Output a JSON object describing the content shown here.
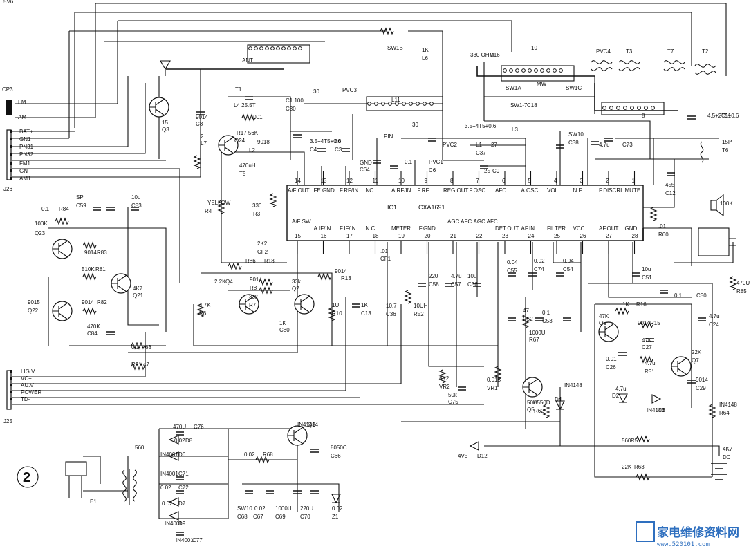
{
  "ic": {
    "ref": "IC1",
    "part": "CXA1691"
  },
  "pins_top": [
    {
      "num": "14",
      "name": "A/F OUT"
    },
    {
      "num": "13",
      "name": "FE.GND"
    },
    {
      "num": "12",
      "name": "F.RF/IN"
    },
    {
      "num": "11",
      "name": "NC"
    },
    {
      "num": "10",
      "name": "A.RF/IN"
    },
    {
      "num": "9",
      "name": "F.RF"
    },
    {
      "num": "8",
      "name": "REG.OUT"
    },
    {
      "num": "7",
      "name": "F.OSC"
    },
    {
      "num": "6",
      "name": "AFC"
    },
    {
      "num": "5",
      "name": "A.OSC"
    },
    {
      "num": "4",
      "name": "VOL"
    },
    {
      "num": "3",
      "name": "N.F"
    },
    {
      "num": "2",
      "name": "F.DISCRI"
    },
    {
      "num": "1",
      "name": "MUTE"
    }
  ],
  "pins_bottom": [
    {
      "num": "15",
      "name": "A/F SW"
    },
    {
      "num": "16",
      "name": "A.IF/IN"
    },
    {
      "num": "17",
      "name": "F.IF/IN"
    },
    {
      "num": "18",
      "name": "N.C"
    },
    {
      "num": "19",
      "name": "METER"
    },
    {
      "num": "20",
      "name": "IF.GND"
    },
    {
      "num": "21",
      "name": "AGC AFC"
    },
    {
      "num": "22",
      "name": "AGC AFC"
    },
    {
      "num": "23",
      "name": "DET.OUT"
    },
    {
      "num": "24",
      "name": "AF.IN"
    },
    {
      "num": "25",
      "name": "FILTER"
    },
    {
      "num": "26",
      "name": "VCC"
    },
    {
      "num": "27",
      "name": "AF.OUT"
    },
    {
      "num": "28",
      "name": "GND"
    }
  ],
  "connectors": {
    "cp3": {
      "ref": "CP3",
      "fm": "FM",
      "am": "AM"
    },
    "j26": {
      "ref": "J26",
      "pins": [
        "BAT+",
        "GN1",
        "PN31",
        "PN32",
        "FM1",
        "GN",
        "AM1"
      ]
    },
    "j25": {
      "ref": "J25",
      "pins": [
        "LIG.V",
        "VC+",
        "AU.V",
        "POWER",
        "TD-"
      ]
    }
  },
  "labels": [
    "ANT",
    "SW1B",
    "1K",
    "L6",
    "330 OHM",
    "C16",
    "10",
    "PVC4",
    "T3",
    "T7",
    "T2",
    "T1",
    "L4 25.5T",
    "C1 100",
    "C30",
    "30",
    "PVC3",
    "L11",
    "SW1A",
    "MW",
    "SW1C",
    "SW1-7",
    "C18",
    "15",
    "Q3",
    "9014",
    "C8",
    ".001",
    "R17 56K",
    "Q24",
    "9018",
    "L2",
    "3.5+4T5+0.6",
    "C4",
    "30",
    "C3",
    "30",
    "3.5+4T5+0.6",
    "PVC2",
    "L1",
    "C37",
    "27",
    "L3",
    "4.5+2T5+0.6",
    "C11",
    "8",
    "SW10",
    "C38",
    "4.7u",
    "C73",
    "15P",
    "T6",
    "PIN",
    "GND",
    "C64",
    "0.1",
    "PVC1",
    "C6",
    "25",
    "C9",
    "2",
    "L7",
    "470uH",
    "T5",
    "YELLOW",
    "R4",
    "330",
    "R3",
    "2K2",
    "CF2",
    "455",
    "C12",
    ".01",
    "R60",
    "100K",
    "SP",
    "C59",
    "10u",
    "C83",
    "0.1",
    "R84",
    "100K",
    "Q23",
    "9014",
    "R83",
    "510K",
    "R81",
    "4K7",
    "Q21",
    "9015",
    "Q22",
    "9014",
    "R82",
    "470K",
    "C84",
    "0.1",
    "68",
    "R61",
    "47",
    "R86",
    "R18",
    "2.2K",
    "Q4",
    "9014",
    "R8",
    "33k",
    "R7",
    "33k",
    "Q2",
    "9014",
    "R13",
    "4.7K",
    "R6",
    "1K",
    "C80",
    "1U",
    "R10",
    "1K",
    "C13",
    ".01",
    "CF1",
    "10.7",
    "C36",
    "10UH",
    "R52",
    "220",
    "C58",
    "4.7u",
    "C57",
    "10u",
    "C56",
    "0.04",
    "C55",
    "0.02",
    "C74",
    "0.04",
    "C54",
    "10u",
    "C51",
    "0.1",
    "C50",
    "470U",
    "R85",
    "47",
    "C52",
    "0.1",
    "C53",
    "1000U",
    "R67",
    "1K",
    "R16",
    "47K",
    "Q6",
    "9014",
    "R15",
    "47K",
    "C27",
    "4.7u",
    "C24",
    "0.01",
    "C26",
    "4.7u",
    "R51",
    "22K",
    "Q7",
    "9014",
    "C29",
    "4.7u",
    "D2",
    "IN4148",
    "D3",
    "IN4148",
    "D4",
    "IN4148",
    "R64",
    "8K2",
    "VR2",
    "50k",
    "C75",
    "0.015",
    "VR1",
    "50k",
    "Q5",
    "8550D",
    "R62",
    "560",
    "R5",
    "22K",
    "R63",
    "4K7",
    "DC",
    "4V5",
    "D12",
    "IN4148",
    "Q14",
    "8050C",
    "C66",
    "470U",
    "C76",
    "0.02",
    "D8",
    "IN4001",
    "D6",
    "IN4001",
    "C71",
    "0.02",
    "C72",
    "0.02",
    "D7",
    "IN4001",
    "D9",
    "IN4001",
    "C77",
    "0.02",
    "R68",
    "560",
    "E1",
    "SW10",
    "C68",
    "0.02",
    "C67",
    "1000U",
    "C69",
    "220U",
    "C70",
    "0.02",
    "Z1",
    "5V6"
  ],
  "page_number": "2",
  "watermark": {
    "cn": "家电维修资料网",
    "url": "www.520101.com"
  }
}
